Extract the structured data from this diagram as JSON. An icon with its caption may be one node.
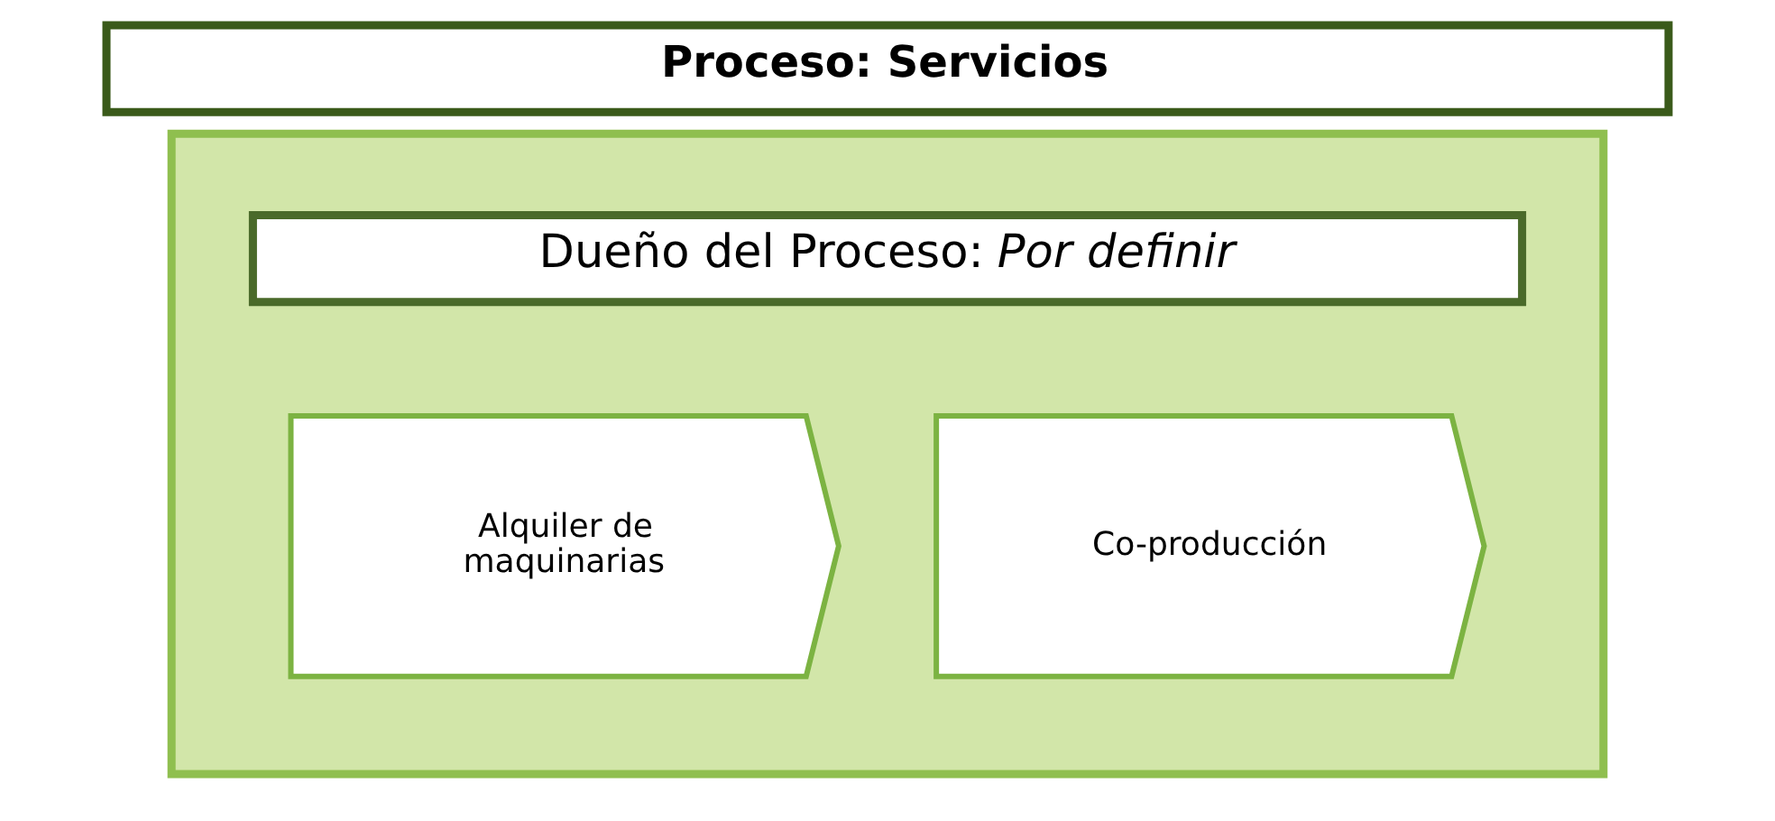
{
  "diagram": {
    "nodes": [
      {
        "text": [
          "Proceso: Servicios"
        ]
      },
      {
        "text": [],
        "shape": "box"
      },
      {
        "text": [
          "Dueño del Proceso: *Por definir*"
        ],
        "in": 1
      },
      {
        "text": [
          "Alquiler de maquinarias"
        ],
        "in": 1
      },
      {
        "text": [
          "Co-producción"
        ],
        "in": 1
      }
    ]
  }
}
